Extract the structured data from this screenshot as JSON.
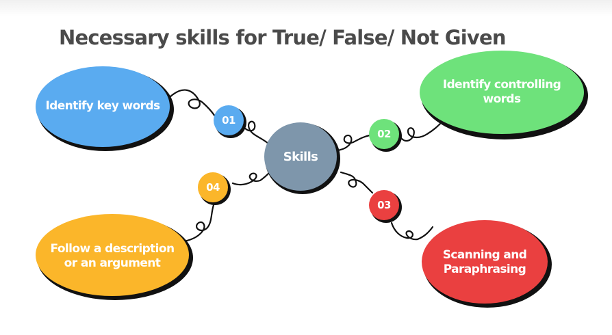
{
  "diagram": {
    "title": "Necessary skills for True/ False/ Not Given",
    "center": {
      "label": "Skills",
      "color": "#7e96ab"
    },
    "nodes": [
      {
        "number": "01",
        "label": "Identify key words",
        "color": "#5aabf0"
      },
      {
        "number": "02",
        "label": "Identify controlling words",
        "color": "#6ee27b"
      },
      {
        "number": "03",
        "label": "Scanning and Paraphrasing",
        "color": "#ea4040"
      },
      {
        "number": "04",
        "label": "Follow a description or an argument",
        "color": "#fbb62a"
      }
    ]
  }
}
